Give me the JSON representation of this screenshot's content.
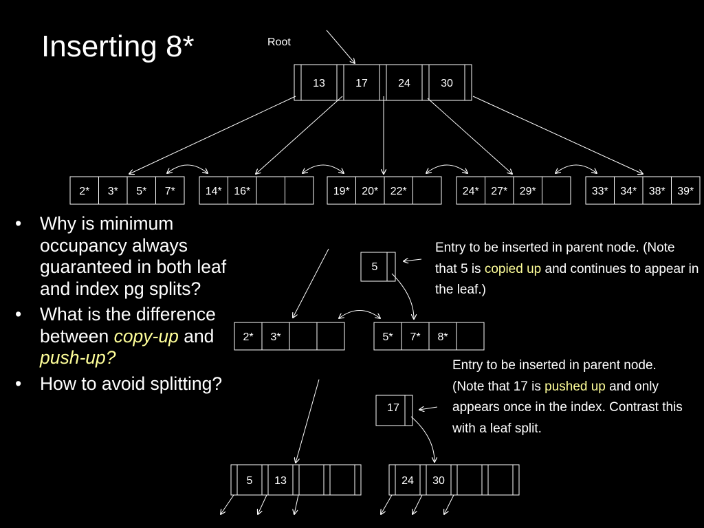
{
  "slide": {
    "title": "Inserting 8*",
    "root_label": "Root",
    "bullets": {
      "b1": "Why is minimum occupancy always guaranteed in both leaf and index pg splits?",
      "b2_pre": "What is the difference between ",
      "b2_copy": "copy-up",
      "b2_mid": " and ",
      "b2_push": "push-up?",
      "b3": "How to avoid splitting?"
    },
    "note1": {
      "pre": "Entry to be inserted in parent node. (Note that 5 is ",
      "highlight": "copied up",
      "post": " and continues to appear in the leaf.)"
    },
    "note2": {
      "pre": "Entry to be inserted in parent node. (Note that 17 is ",
      "highlight": "pushed up",
      "post": " and only appears once in the index.  Contrast this with a leaf split."
    }
  },
  "tree": {
    "root_keys": [
      "13",
      "17",
      "24",
      "30"
    ],
    "leaves": [
      [
        "2*",
        "3*",
        "5*",
        "7*"
      ],
      [
        "14*",
        "16*",
        "",
        ""
      ],
      [
        "19*",
        "20*",
        "22*",
        ""
      ],
      [
        "24*",
        "27*",
        "29*",
        ""
      ],
      [
        "33*",
        "34*",
        "38*",
        "39*"
      ]
    ],
    "leaf_split": {
      "parent_entry": "5",
      "left": [
        "2*",
        "3*",
        "",
        ""
      ],
      "right": [
        "5*",
        "7*",
        "8*",
        ""
      ]
    },
    "index_split": {
      "parent_entry": "17",
      "left": [
        "5",
        "13",
        "",
        ""
      ],
      "right": [
        "24",
        "30",
        "",
        ""
      ]
    }
  }
}
